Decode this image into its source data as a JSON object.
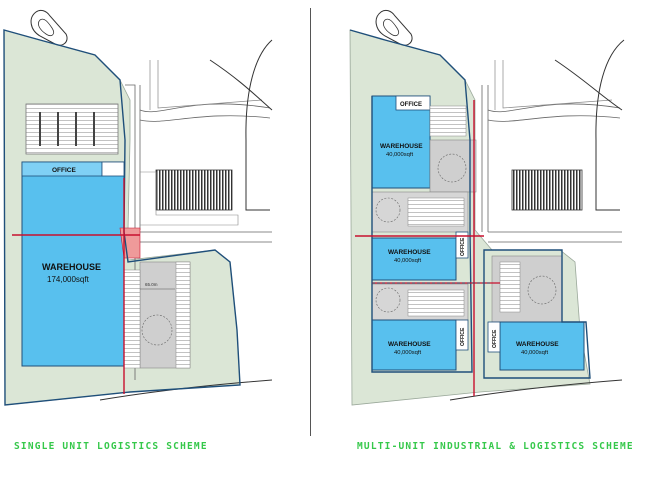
{
  "left_scheme": {
    "caption": "SINGLE UNIT LOGISTICS SCHEME",
    "office_label": "OFFICE",
    "warehouse_title": "WAREHOUSE",
    "warehouse_area": "174,000sqft",
    "dimension_label": "65.0m"
  },
  "right_scheme": {
    "caption": "MULTI-UNIT INDUSTRIAL & LOGISTICS SCHEME",
    "units": [
      {
        "title": "WAREHOUSE",
        "area": "40,000sqft",
        "office": "OFFICE"
      },
      {
        "title": "WAREHOUSE",
        "area": "40,000sqft",
        "office": "OFFICE"
      },
      {
        "title": "WAREHOUSE",
        "area": "40,000sqft",
        "office": "OFFICE"
      },
      {
        "title": "WAREHOUSE",
        "area": "40,000sqft",
        "office": "OFFICE"
      }
    ]
  },
  "colors": {
    "site_green": "#dbe6d6",
    "warehouse_blue": "#58c0ee",
    "boundary_blue": "#1f4f7a",
    "red_line": "#c8102e",
    "yard_grey": "#cfcfcf",
    "caption_green": "#35c84a"
  }
}
